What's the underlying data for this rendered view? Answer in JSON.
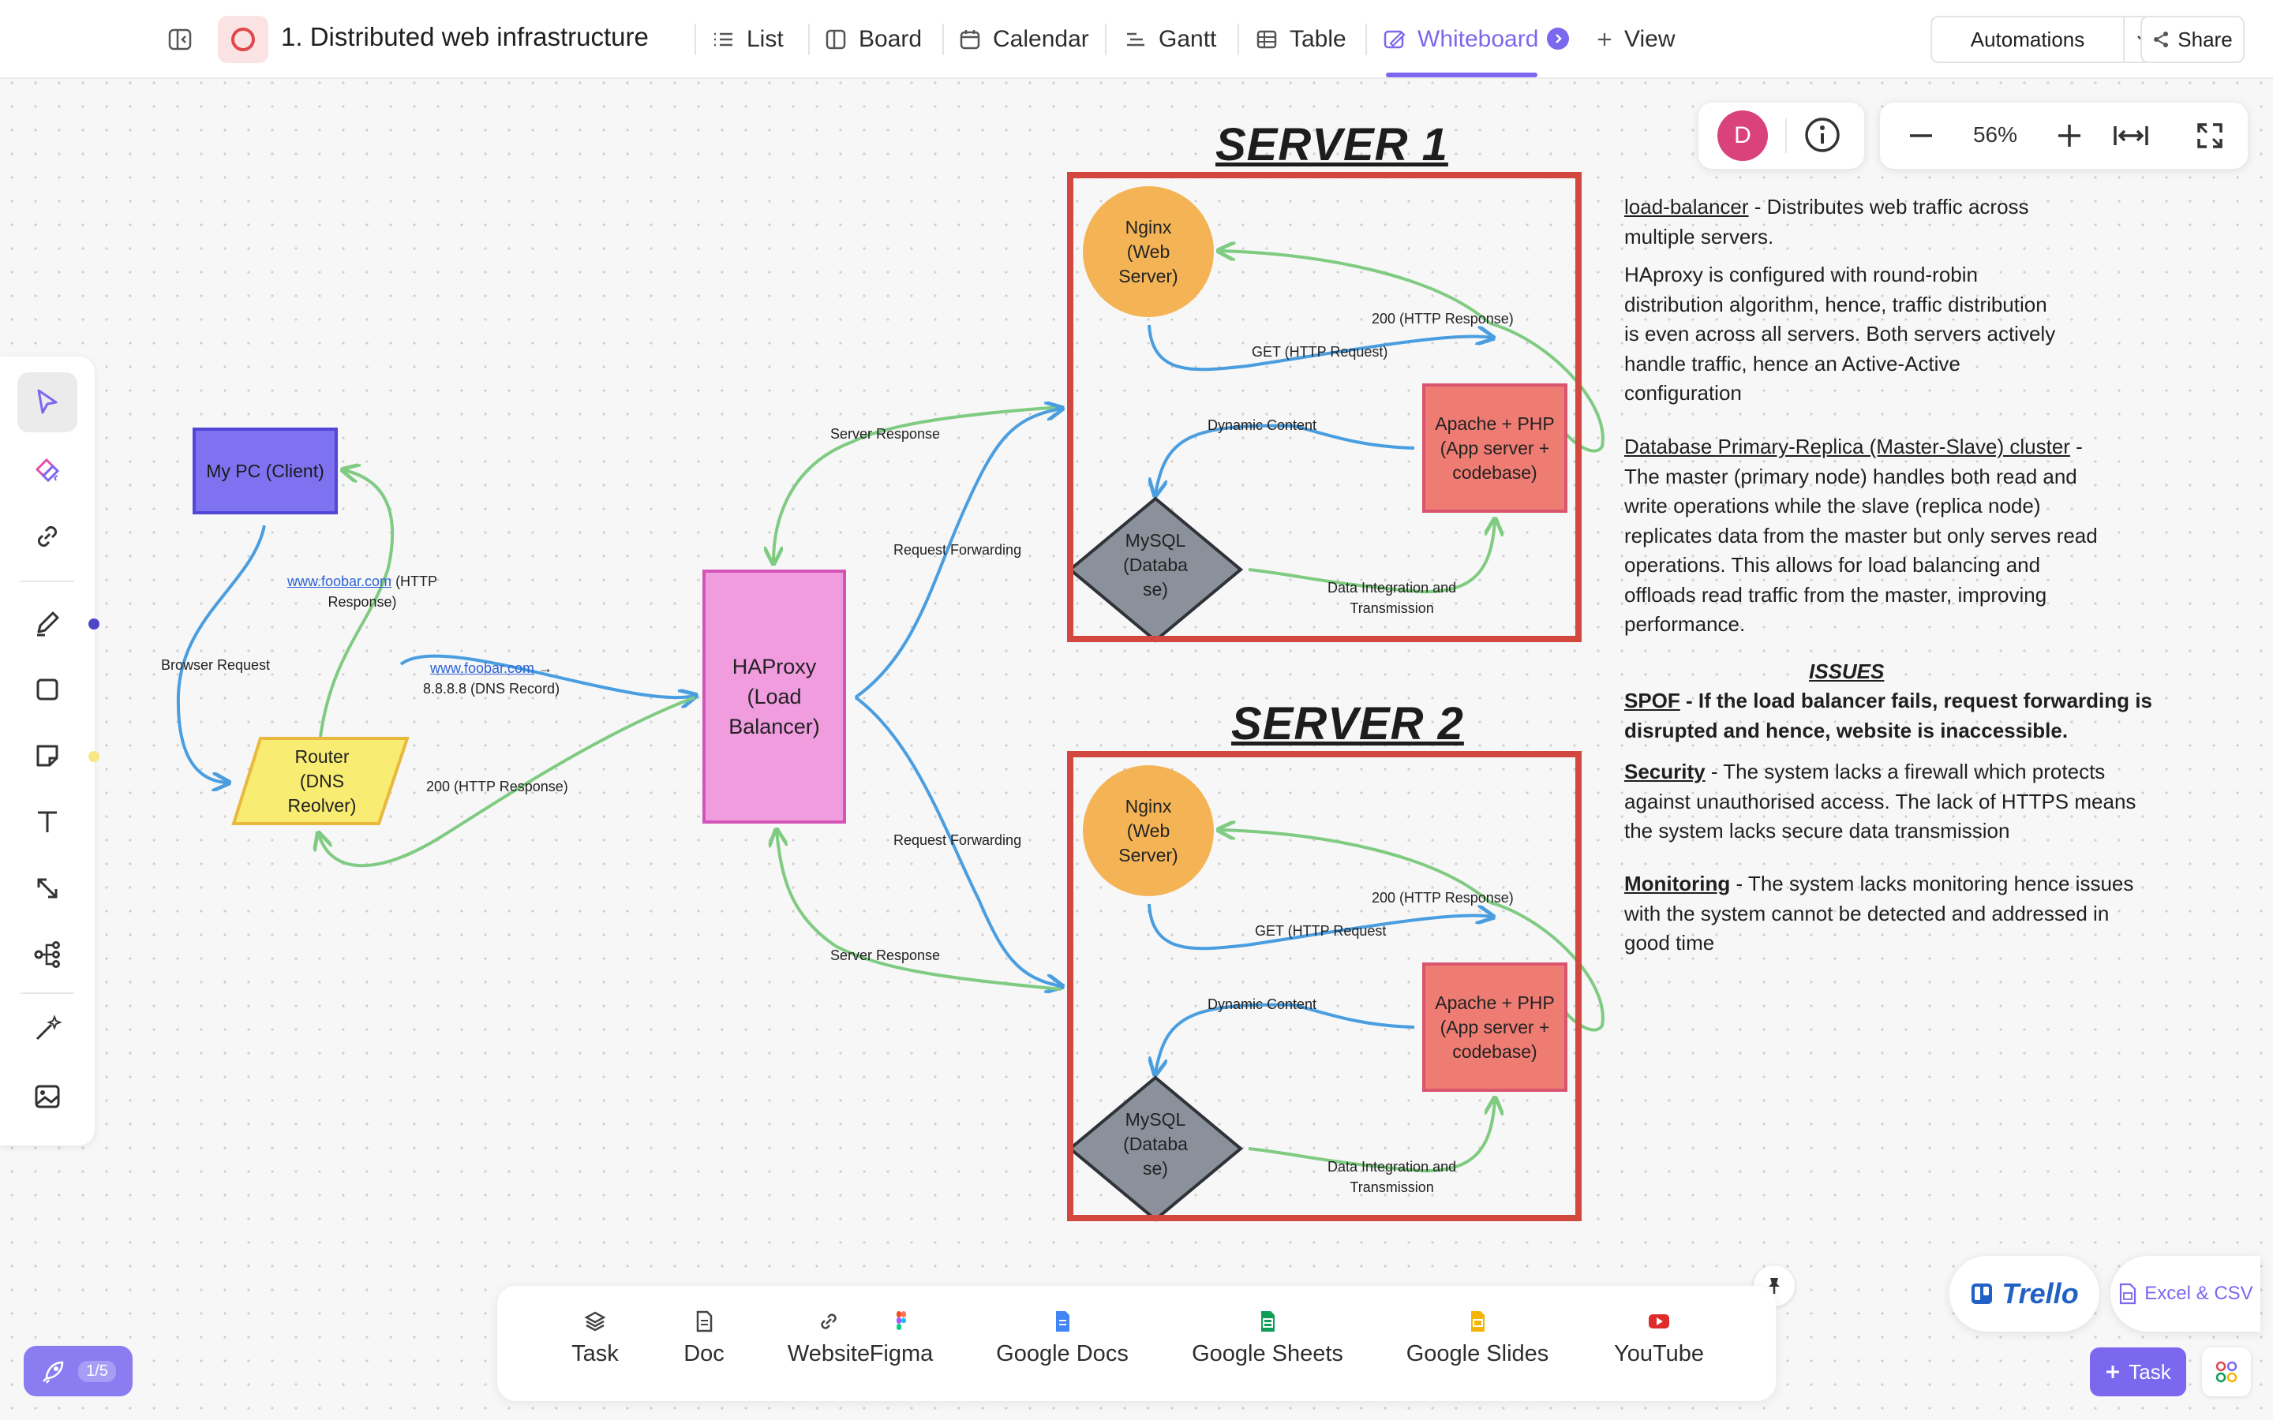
{
  "header": {
    "list_title": "1. Distributed web infrastructure",
    "views": [
      "List",
      "Board",
      "Calendar",
      "Gantt",
      "Table",
      "Whiteboard"
    ],
    "active_view": "Whiteboard",
    "add_view_label": "View",
    "automations_label": "Automations",
    "share_label": "Share"
  },
  "canvas_controls": {
    "avatar_initial": "D",
    "zoom_level": "56%"
  },
  "diagram": {
    "server1_title": "SERVER 1",
    "server2_title": "SERVER 2",
    "client": "My PC (Client)",
    "router": [
      "Router",
      "(DNS",
      "Reolver)"
    ],
    "haproxy": [
      "HAProxy",
      "(Load",
      "Balancer)"
    ],
    "nginx": [
      "Nginx",
      "(Web",
      "Server)"
    ],
    "apache": [
      "Apache + PHP",
      "(App server +",
      "codebase)"
    ],
    "mysql": [
      "MySQL",
      "(Databa",
      "se)"
    ],
    "edges": {
      "browser_request": "Browser Request",
      "foobar_response_link": "www.foobar.com",
      "foobar_response_suffix": " (HTTP",
      "foobar_response_line2": "Response)",
      "dns_link": "www.foobar.com",
      "dns_arrow": " →",
      "dns_line2": "8.8.8.8 (DNS Record)",
      "router_200": "200 (HTTP Response)",
      "server_response": "Server Response",
      "request_forwarding": "Request Forwarding",
      "s1_200": "200 (HTTP Response)",
      "s1_get": "GET (HTTP Request)",
      "s2_get": "GET (HTTP Request",
      "dynamic_content": "Dynamic Content",
      "data_integration_1": "Data Integration and",
      "data_integration_2": "Transmission"
    }
  },
  "notes": {
    "lb_title": "load-balancer",
    "lb_line1": " -  Distributes web traffic across",
    "lb_line2": "multiple servers.",
    "hap_lines": [
      " HAproxy is configured with round-robin",
      "distribution algorithm, hence, traffic distribution",
      "is even across all servers. Both servers actively",
      "handle traffic, hence an Active-Active",
      "configuration"
    ],
    "db_title": "Database Primary-Replica (Master-Slave) cluster",
    "db_dash": " -",
    "db_lines": [
      "The master (primary node) handles both read and",
      "write operations while the slave (replica node)",
      "replicates data from the master but only serves read",
      "operations. This allows for load balancing and",
      "offloads read traffic from the master, improving",
      "performance."
    ],
    "issues_heading": "ISSUES",
    "spof_title": "SPOF",
    "spof_line1": " - If the load balancer fails, request forwarding is",
    "spof_line2": "disrupted and hence, website is inaccessible.",
    "sec_title": "Security",
    "sec_line1": " - The system lacks a firewall which protects",
    "sec_line2": "against unauthorised access. The lack of HTTPS means",
    "sec_line3": "the system lacks secure data transmission",
    "mon_title": "Monitoring",
    "mon_line1": " - The system lacks monitoring hence issues",
    "mon_line2": "with the system cannot be detected and addressed in",
    "mon_line3": "good time"
  },
  "bottom_bar": {
    "items": [
      "Task",
      "Doc",
      "Website",
      "Figma",
      "Google Docs",
      "Google Sheets",
      "Google Slides",
      "YouTube"
    ]
  },
  "corner": {
    "trello_label": "Trello",
    "excel_label": "Excel & CSV",
    "launch_count": "1/5",
    "task_label": "Task"
  },
  "colors": {
    "accent": "#7b68ee",
    "server_frame": "#d2483e",
    "nginx": "#f4b456",
    "apache": "#ef7c72",
    "mysql": "#8b919b",
    "haproxy": "#f09cdf",
    "client": "#7e72f0",
    "router": "#f8ec72",
    "response_arrow": "#7fcb82",
    "request_arrow": "#4a9ee0"
  }
}
